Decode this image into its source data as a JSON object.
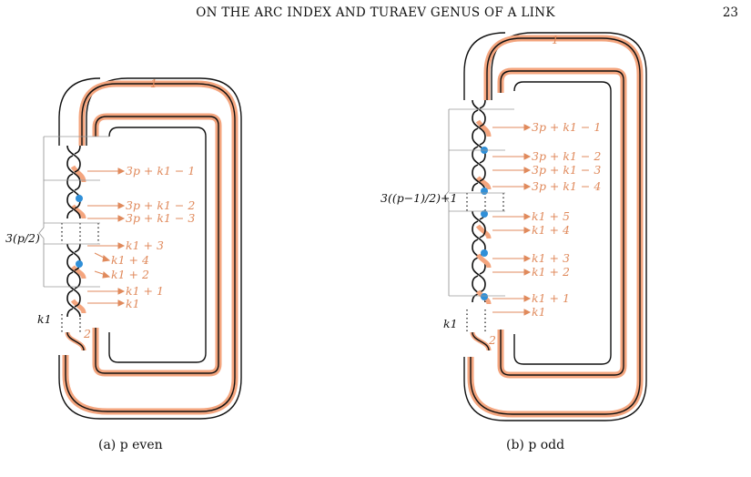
{
  "header": {
    "title": "ON THE ARC INDEX AND TURAEV GENUS OF A LINK",
    "page_number": "23"
  },
  "colors": {
    "orange": "#f4a57e",
    "orange_text": "#e08a5c",
    "blue": "#2f8fd8",
    "black": "#111111",
    "gray": "#9a9a9a"
  },
  "figure_a": {
    "caption": "(a) p even",
    "top_label": "1",
    "bottom_label": "2",
    "bracket_label": "3(p/2)",
    "left_label": "k1",
    "labels": [
      "3p + k1 − 1",
      "3p + k1 − 2",
      "3p + k1 − 3",
      "k1 + 3",
      "k1 + 4",
      "k1 + 2",
      "k1 + 1",
      "k1"
    ]
  },
  "figure_b": {
    "caption": "(b) p odd",
    "top_label": "1",
    "bottom_label": "2",
    "bracket_label": "3((p−1)/2)+1",
    "left_label": "k1",
    "labels": [
      "3p + k1 − 1",
      "3p + k1 − 2",
      "3p + k1 − 3",
      "3p + k1 − 4",
      "k1 + 5",
      "k1 + 4",
      "k1 + 3",
      "k1 + 2",
      "k1 + 1",
      "k1"
    ]
  }
}
